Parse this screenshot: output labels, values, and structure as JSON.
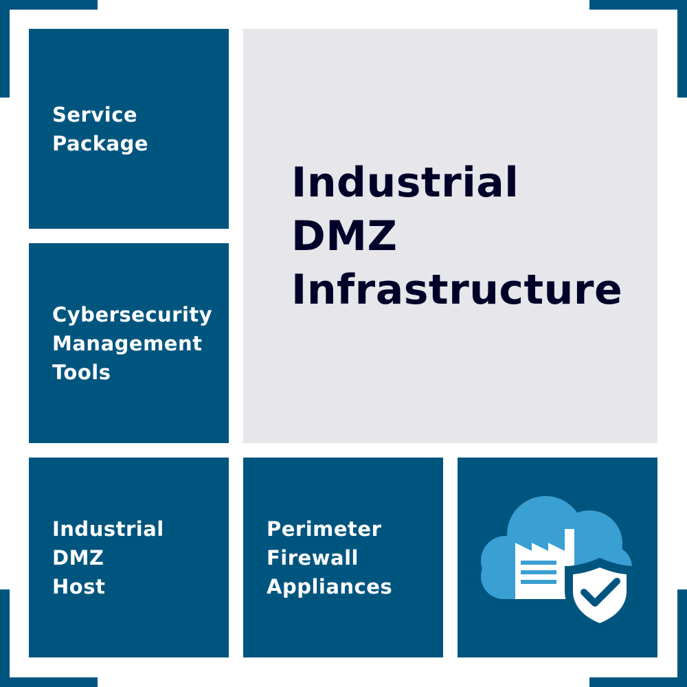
{
  "colors": {
    "tile": "#00557f",
    "main_tile": "#e6e6eb",
    "main_text": "#000028",
    "tile_text": "#ffffff",
    "cloud": "#3a9fd3"
  },
  "tiles": {
    "service_package": "Service\nPackage",
    "cybersecurity_tools": "Cybersecurity\nManagement\nTools",
    "industrial_dmz_host": "Industrial\nDMZ\nHost",
    "perimeter_firewall": "Perimeter\nFirewall\nAppliances",
    "main": "Industrial\nDMZ\nInfrastructure"
  },
  "icons": {
    "security_icon": "cloud-factory-shield-icon"
  }
}
